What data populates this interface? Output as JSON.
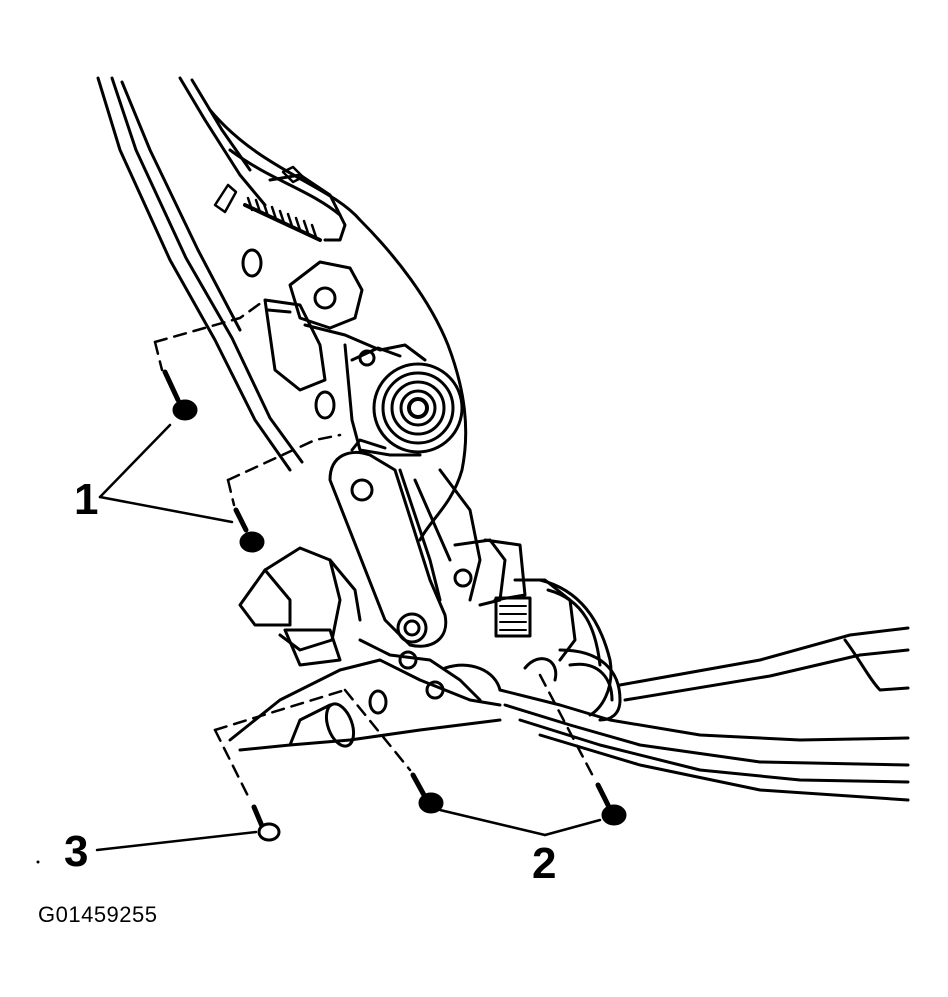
{
  "diagram": {
    "callouts": [
      "1",
      "2",
      "3"
    ],
    "figure_id": "G01459255"
  },
  "colors": {
    "ink": "#000000",
    "paper": "#ffffff"
  }
}
